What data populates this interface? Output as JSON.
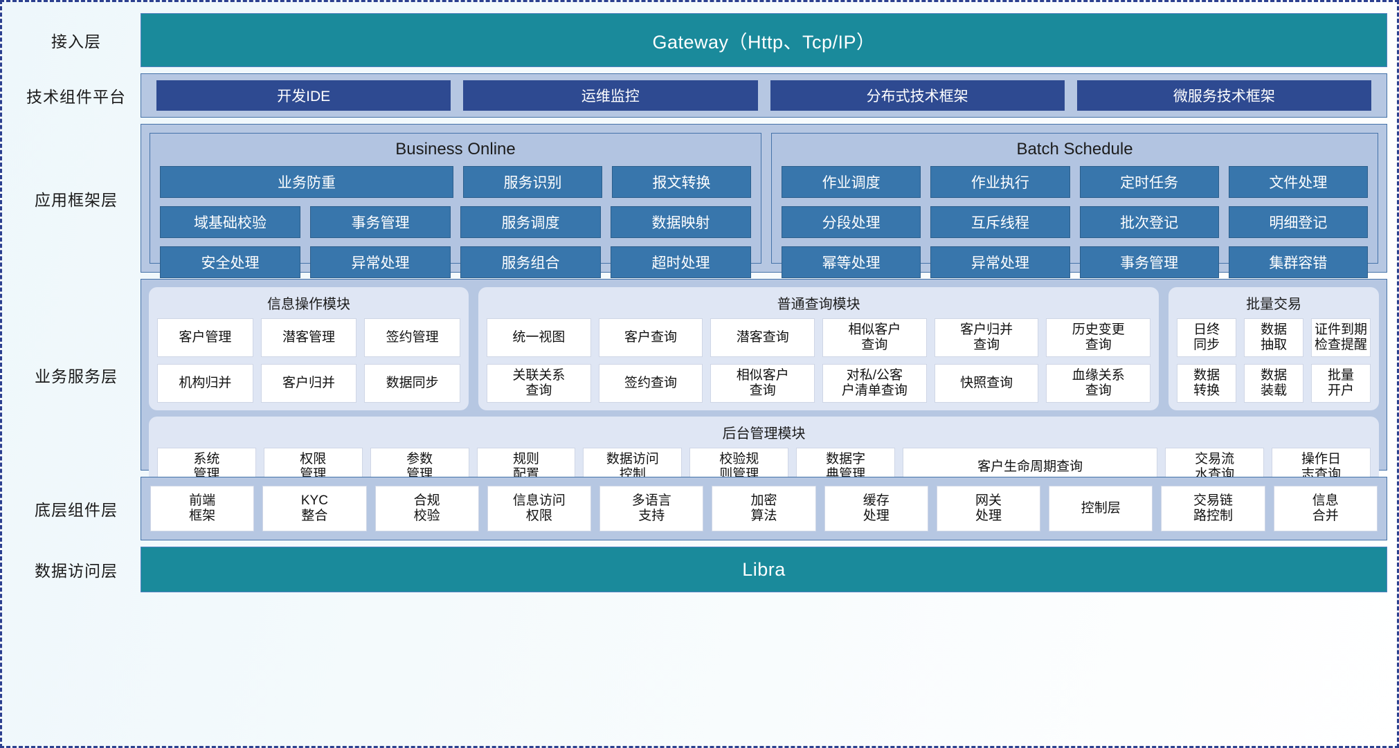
{
  "layers": [
    {
      "label": "接入层",
      "id": "access-layer",
      "bar": "Gateway（Http、Tcp/IP）"
    },
    {
      "label": "技术组件平台",
      "id": "tech-component-platform",
      "items": [
        "开发IDE",
        "运维监控",
        "分布式技术框架",
        "微服务技术框架"
      ]
    },
    {
      "label": "应用框架层",
      "id": "application-framework-layer",
      "groups": [
        {
          "title": "Business Online",
          "rows": [
            [
              "业务防重",
              "服务识别",
              "报文转换"
            ],
            [
              "域基础校验",
              "事务管理",
              "服务调度",
              "数据映射"
            ],
            [
              "安全处理",
              "异常处理",
              "服务组合",
              "超时处理"
            ]
          ]
        },
        {
          "title": "Batch Schedule",
          "rows": [
            [
              "作业调度",
              "作业执行",
              "定时任务",
              "文件处理"
            ],
            [
              "分段处理",
              "互斥线程",
              "批次登记",
              "明细登记"
            ],
            [
              "幂等处理",
              "异常处理",
              "事务管理",
              "集群容错"
            ]
          ]
        }
      ]
    },
    {
      "label": "业务服务层",
      "id": "business-service-layer",
      "modules": [
        {
          "title": "信息操作模块",
          "rows": [
            [
              "客户管理",
              "潜客管理",
              "签约管理"
            ],
            [
              "机构归并",
              "客户归并",
              "数据同步"
            ]
          ]
        },
        {
          "title": "普通查询模块",
          "rows": [
            [
              "统一视图",
              "客户查询",
              "潜客查询",
              "相似客户\n查询",
              "客户归并\n查询",
              "历史变更\n查询"
            ],
            [
              "关联关系\n查询",
              "签约查询",
              "相似客户\n查询",
              "对私/公客\n户清单查询",
              "快照查询",
              "血缘关系\n查询"
            ]
          ]
        },
        {
          "title": "批量交易",
          "rows": [
            [
              "日终\n同步",
              "数据\n抽取",
              "证件到期\n检查提醒"
            ],
            [
              "数据\n转换",
              "数据\n装载",
              "批量\n开户"
            ]
          ]
        },
        {
          "title": "后台管理模块",
          "rows": [
            [
              "系统\n管理",
              "权限\n管理",
              "参数\n管理",
              "规则\n配置",
              "数据访问\n控制",
              "校验规\n则管理",
              "数据字\n典管理",
              "客户生命周期查询",
              "交易流\n水查询",
              "操作日\n志查询"
            ]
          ]
        }
      ]
    },
    {
      "label": "底层组件层",
      "id": "base-component-layer",
      "items": [
        "前端\n框架",
        "KYC\n整合",
        "合规\n校验",
        "信息访问\n权限",
        "多语言\n支持",
        "加密\n算法",
        "缓存\n处理",
        "网关\n处理",
        "控制层",
        "交易链\n路控制",
        "信息\n合并"
      ]
    },
    {
      "label": "数据访问层",
      "id": "data-access-layer",
      "bar": "Libra"
    }
  ],
  "colors": {
    "teal": "#1a8a9b",
    "band": "#b6c7e2",
    "dark_blue_box": "#2e4a91",
    "mid_blue_cell": "#3876ac",
    "module_card": "#dfe6f4",
    "white_cell": "#ffffff",
    "outline": "#4472a8",
    "page_border": "#2b3f8f"
  }
}
